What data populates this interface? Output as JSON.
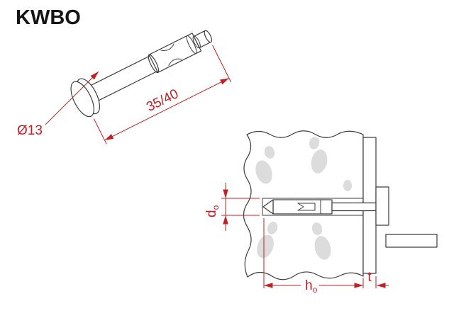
{
  "title": "KWBO",
  "colors": {
    "dimension": "#c32026",
    "outline": "#3d3d3d",
    "blob": "#dcdcdc"
  },
  "isometric_view": {
    "diameter_label": "Ø13",
    "length_label": "35/40"
  },
  "section_view": {
    "hole_diameter": {
      "base": "d",
      "sub": "o"
    },
    "anchorage_depth": {
      "base": "h",
      "sub": "o"
    },
    "fixture_thickness": "t"
  }
}
